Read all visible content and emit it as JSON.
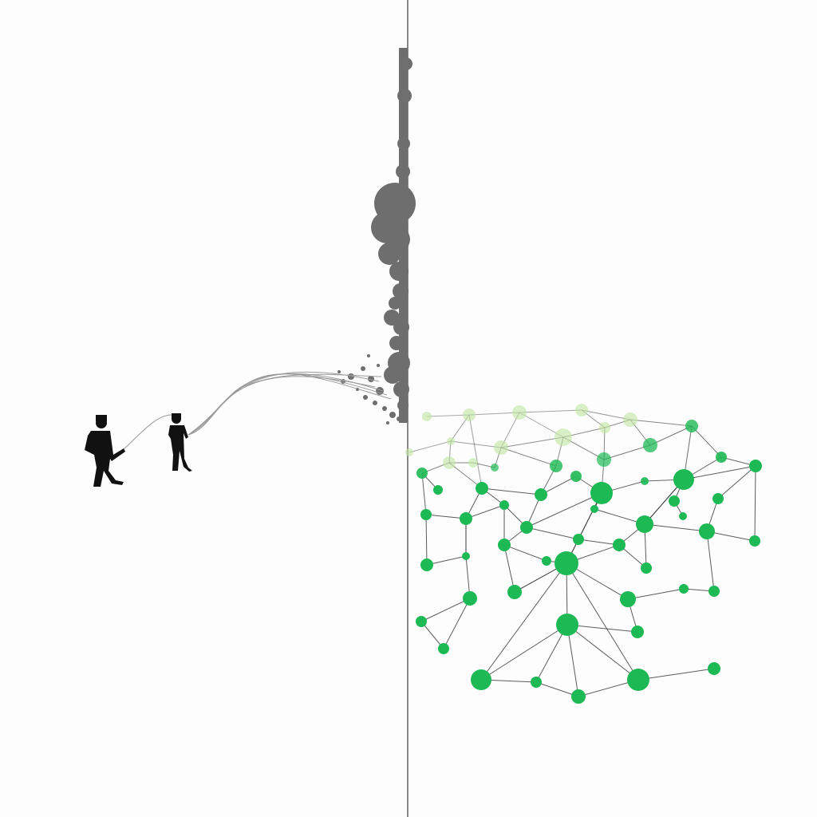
{
  "scene": {
    "background_color": "#fdfdfd",
    "divider_color": "#8a8a8a",
    "smoke_color": "#6e6e6e",
    "silhouette_color": "#111111",
    "wire_color": "#9a9a9a",
    "network_color": "#1db954",
    "network_faded_color": "#bfe6a0",
    "edge_color": "#333333",
    "left_panel": {
      "figures": [
        "person-silhouette-left",
        "person-silhouette-right"
      ],
      "elements": [
        "wire-stream",
        "smoke-plume",
        "debris-particles"
      ]
    },
    "right_panel": {
      "elements": [
        "network-graph"
      ]
    }
  }
}
